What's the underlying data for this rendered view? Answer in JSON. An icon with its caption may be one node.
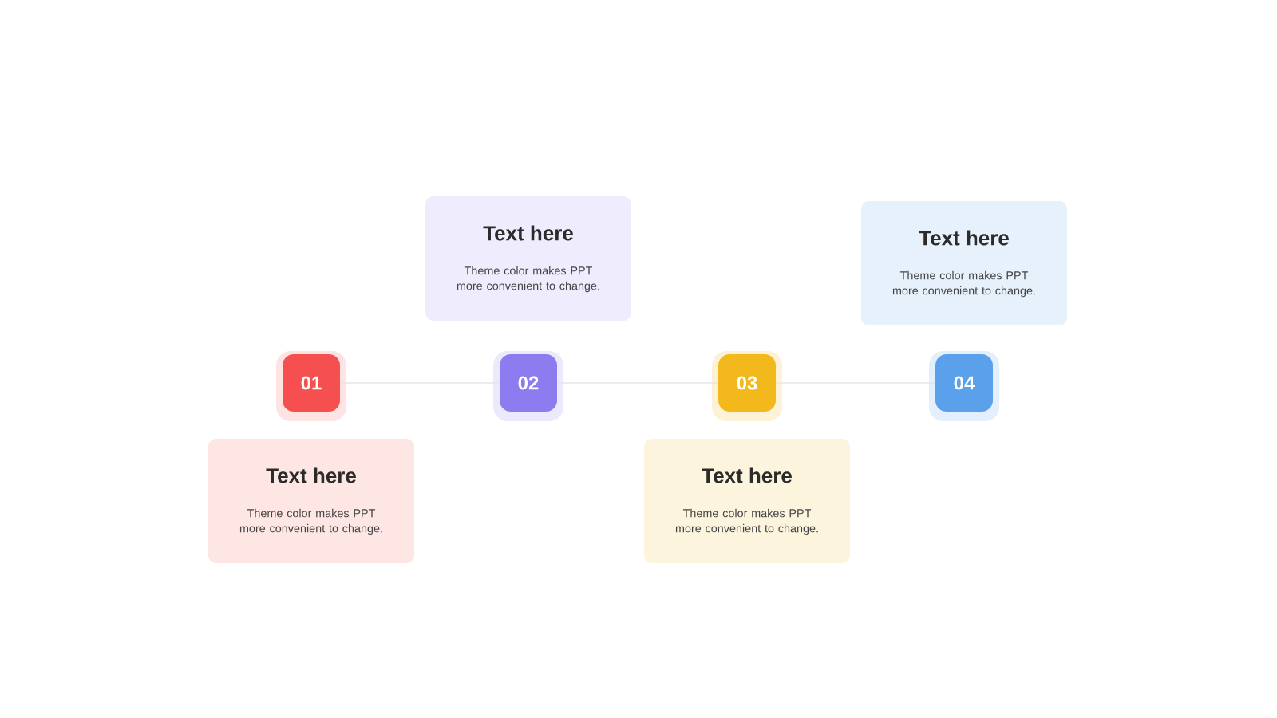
{
  "diagram": {
    "nodes": [
      {
        "text": [
          "01"
        ]
      },
      {
        "text": [
          "02"
        ]
      },
      {
        "text": [
          "03"
        ]
      },
      {
        "text": [
          "04"
        ]
      },
      {
        "text": [
          "Text here",
          "Theme color makes PPT more convenient to change."
        ]
      },
      {
        "text": [
          "Text here",
          "Theme color makes PPT more convenient to change."
        ]
      },
      {
        "text": [
          "Text here",
          "Theme color makes PPT more convenient to change."
        ]
      },
      {
        "text": [
          "Text here",
          "Theme color makes PPT more convenient to change."
        ]
      }
    ],
    "edges": [
      {
        "from": 0,
        "to": 1,
        "arrow": "none"
      },
      {
        "from": 1,
        "to": 2,
        "arrow": "none"
      },
      {
        "from": 2,
        "to": 3,
        "arrow": "none"
      }
    ]
  }
}
